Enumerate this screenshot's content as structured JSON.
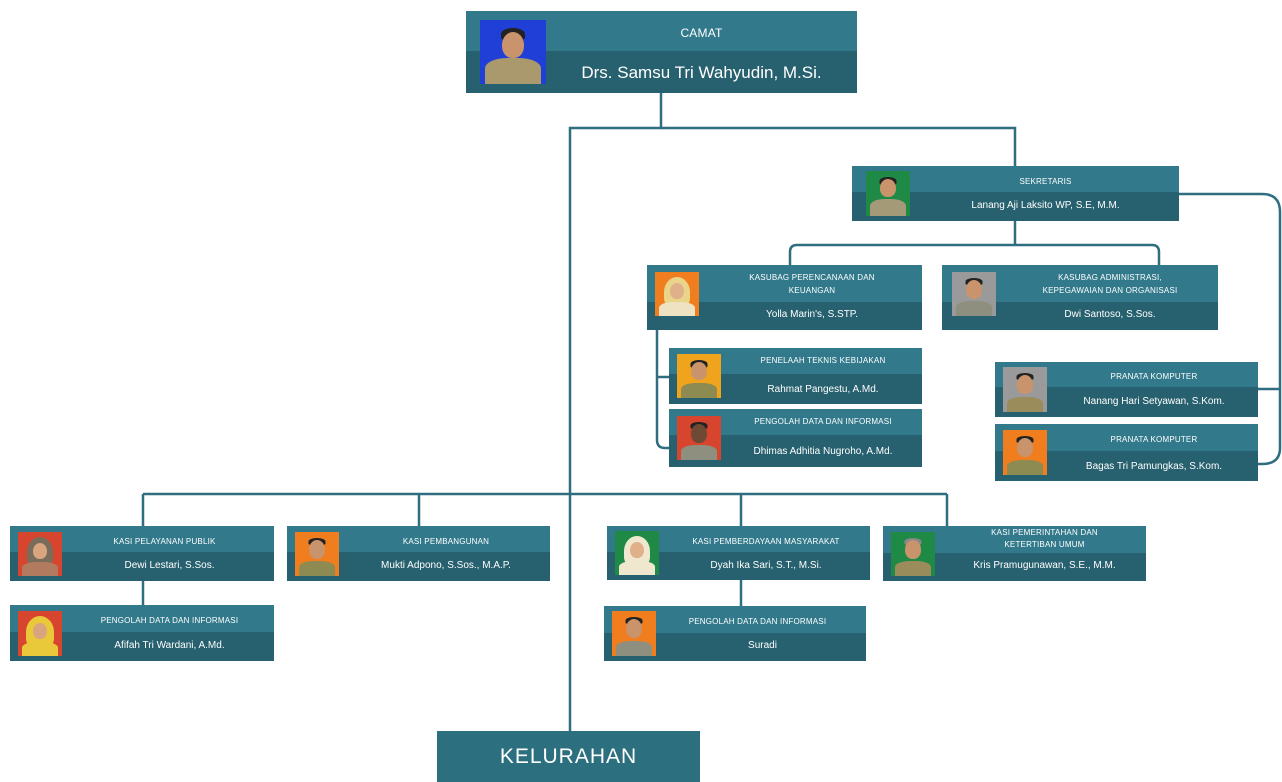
{
  "camat": {
    "role": "CAMAT",
    "name": "Drs. Samsu Tri Wahyudin, M.Si."
  },
  "sekretaris": {
    "role": "SEKRETARIS",
    "name": "Lanang Aji Laksito WP, S.E, M.M."
  },
  "kasubag_perencanaan": {
    "role_line1": "KASUBAG PERENCANAAN DAN",
    "role_line2": "KEUANGAN",
    "name": "Yolla Marin's, S.STP."
  },
  "kasubag_administrasi": {
    "role_line1": "KASUBAG ADMINISTRASI,",
    "role_line2": "KEPEGAWAIAN DAN ORGANISASI",
    "name": "Dwi Santoso, S.Sos."
  },
  "penelaah": {
    "role": "PENELAAH TEKNIS KEBIJAKAN",
    "name": "Rahmat Pangestu, A.Md."
  },
  "pengolah_sekretariat": {
    "role": "PENGOLAH DATA DAN INFORMASI",
    "name": "Dhimas Adhitia Nugroho, A.Md."
  },
  "pranata_1": {
    "role": "PRANATA KOMPUTER",
    "name": "Nanang Hari Setyawan, S.Kom."
  },
  "pranata_2": {
    "role": "PRANATA KOMPUTER",
    "name": "Bagas Tri Pamungkas, S.Kom."
  },
  "kasi_pelayanan": {
    "role": "KASI PELAYANAN PUBLIK",
    "name": "Dewi Lestari, S.Sos."
  },
  "pengolah_pelayanan": {
    "role": "PENGOLAH DATA DAN INFORMASI",
    "name": "Afifah Tri Wardani, A.Md."
  },
  "kasi_pembangunan": {
    "role": "KASI PEMBANGUNAN",
    "name": "Mukti Adpono, S.Sos., M.A.P."
  },
  "kasi_pemberdayaan": {
    "role": "KASI PEMBERDAYAAN MASYARAKAT",
    "name": "Dyah Ika Sari, S.T., M.Si."
  },
  "pengolah_pemberdayaan": {
    "role": "PENGOLAH DATA DAN INFORMASI",
    "name": "Suradi"
  },
  "kasi_pemerintahan": {
    "role_line1": "KASI PEMERINTAHAN DAN",
    "role_line2": "KETERTIBAN UMUM",
    "name": "Kris Pramugunawan, S.E., M.M."
  },
  "kelurahan": {
    "label": "KELURAHAN"
  },
  "colors": {
    "card": "#2c6f7f",
    "line": "#2f6e80",
    "photo_blue": "#1f3fd6",
    "photo_green": "#1e8a45",
    "photo_orange": "#f07d1e",
    "photo_red": "#d8452f",
    "photo_gray": "#9a9a9a"
  }
}
